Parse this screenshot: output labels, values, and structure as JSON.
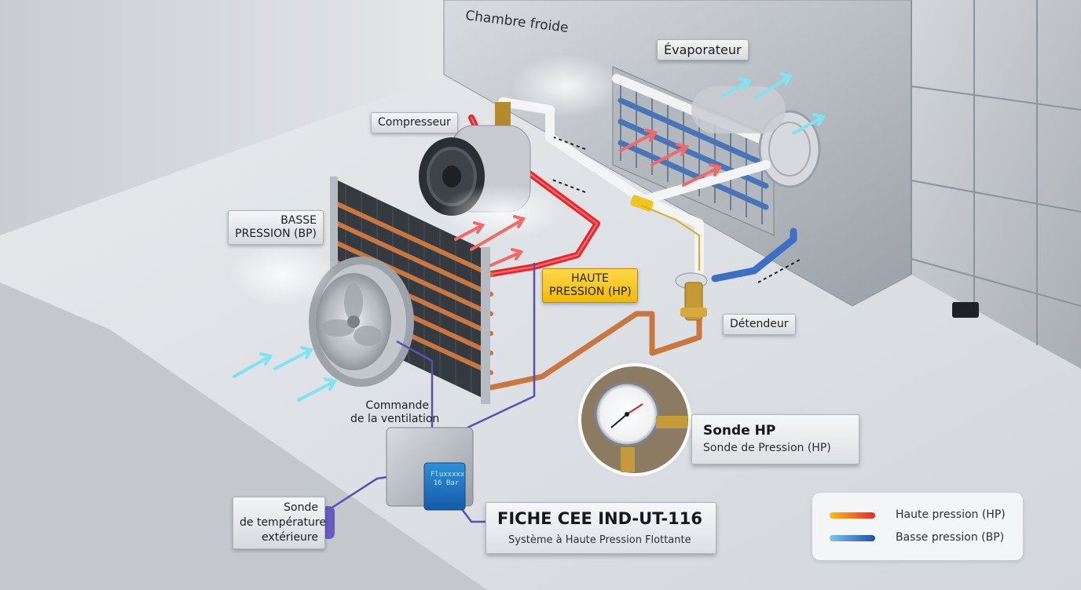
{
  "labels": {
    "chambre_froide": "Chambre froide",
    "evaporateur": "Évaporateur",
    "compresseur": "Compresseur",
    "basse_pression": [
      "BASSE",
      "PRESSION (BP)"
    ],
    "haute_pression": [
      "HAUTE",
      "PRESSION (HP)"
    ],
    "detendeur": "Détendeur",
    "commande_ventilation": [
      "Commande",
      "de la ventilation"
    ],
    "sonde_temperature": [
      "Sonde",
      "de température",
      "extérieure"
    ]
  },
  "sonde_hp": {
    "title": "Sonde HP",
    "subtitle": "Sonde de Pression (HP)"
  },
  "fiche": {
    "title": "FICHE CEE IND-UT-116",
    "subtitle": "Système à Haute Pression Flottante"
  },
  "controller_display": [
    "Fluxxxxx",
    "16 Bar"
  ],
  "legend": [
    {
      "label": "Haute pression (HP)",
      "color_start": "#f6c21a",
      "color_end": "#e8262b"
    },
    {
      "label": "Basse pression (BP)",
      "color_start": "#7cc4ef",
      "color_end": "#1f4fa8"
    }
  ],
  "colors": {
    "hp_pipe": "#e8262b",
    "bp_pipe": "#3d6fc4",
    "copper": "#c7773f",
    "air_cold": "#7fe3f0",
    "air_hot": "#f06a6a",
    "label_yellow": "#f4c21a",
    "control_wire": "#5c4fb0"
  }
}
